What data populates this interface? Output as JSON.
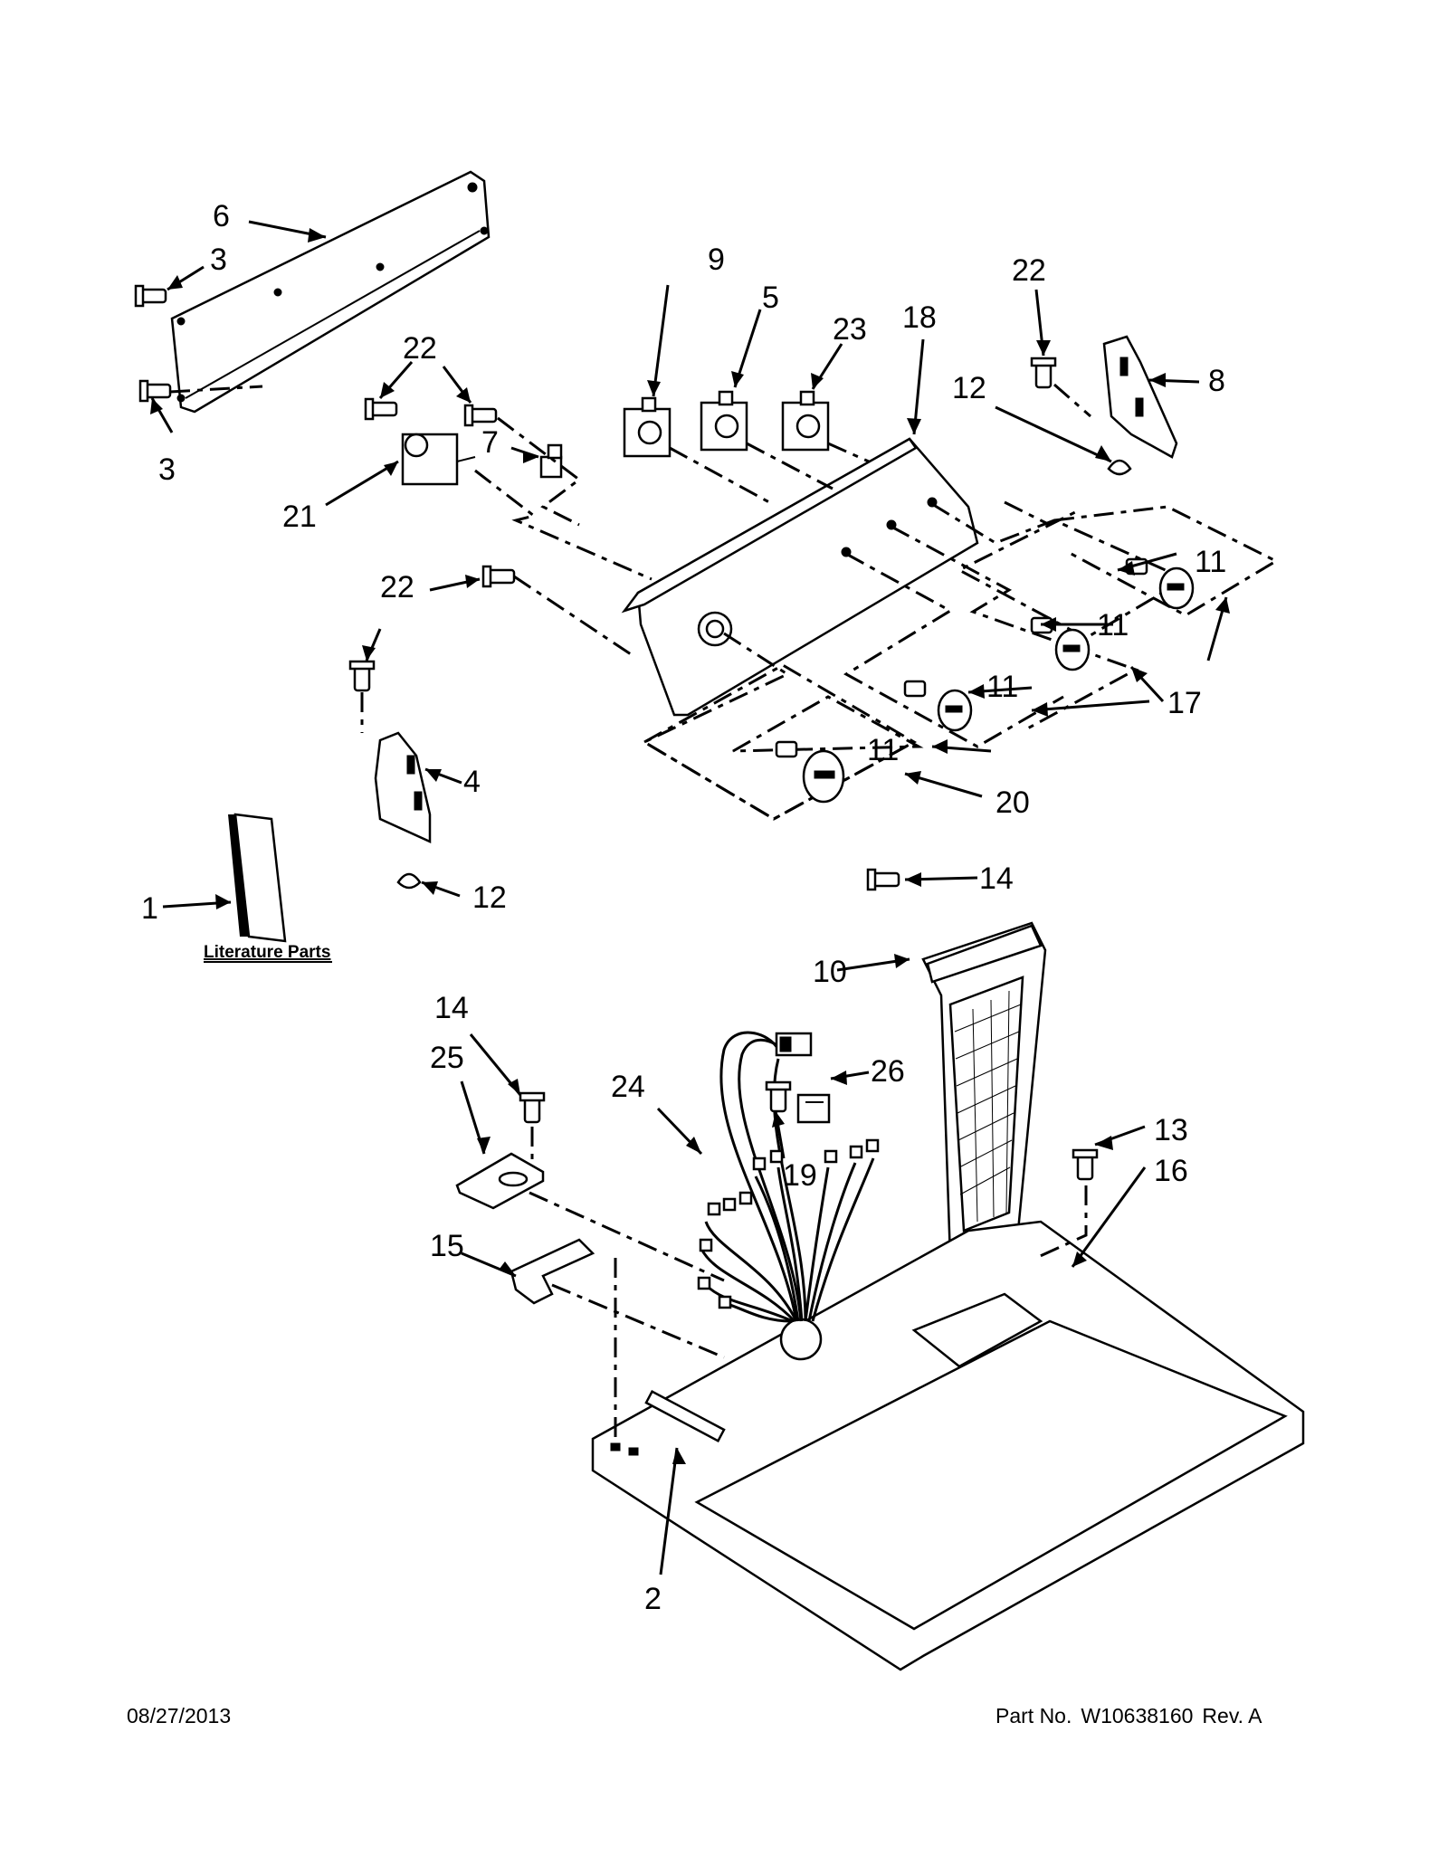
{
  "callouts": {
    "c1": "1",
    "c2": "2",
    "c3a": "3",
    "c3b": "3",
    "c4": "4",
    "c5": "5",
    "c6": "6",
    "c7": "7",
    "c8": "8",
    "c9": "9",
    "c10": "10",
    "c11a": "11",
    "c11b": "11",
    "c11c": "11",
    "c11d": "11",
    "c12a": "12",
    "c12b": "12",
    "c13": "13",
    "c14a": "14",
    "c14b": "14",
    "c15": "15",
    "c16": "16",
    "c17": "17",
    "c18": "18",
    "c19": "19",
    "c20": "20",
    "c21": "21",
    "c22a": "22",
    "c22b": "22",
    "c22c": "22",
    "c23": "23",
    "c24": "24",
    "c25": "25",
    "c26": "26"
  },
  "literature_label": "Literature Parts",
  "footer": {
    "date": "08/27/2013",
    "part_prefix": "Part No.",
    "part_number": "W10638160",
    "revision": "Rev.  A"
  }
}
